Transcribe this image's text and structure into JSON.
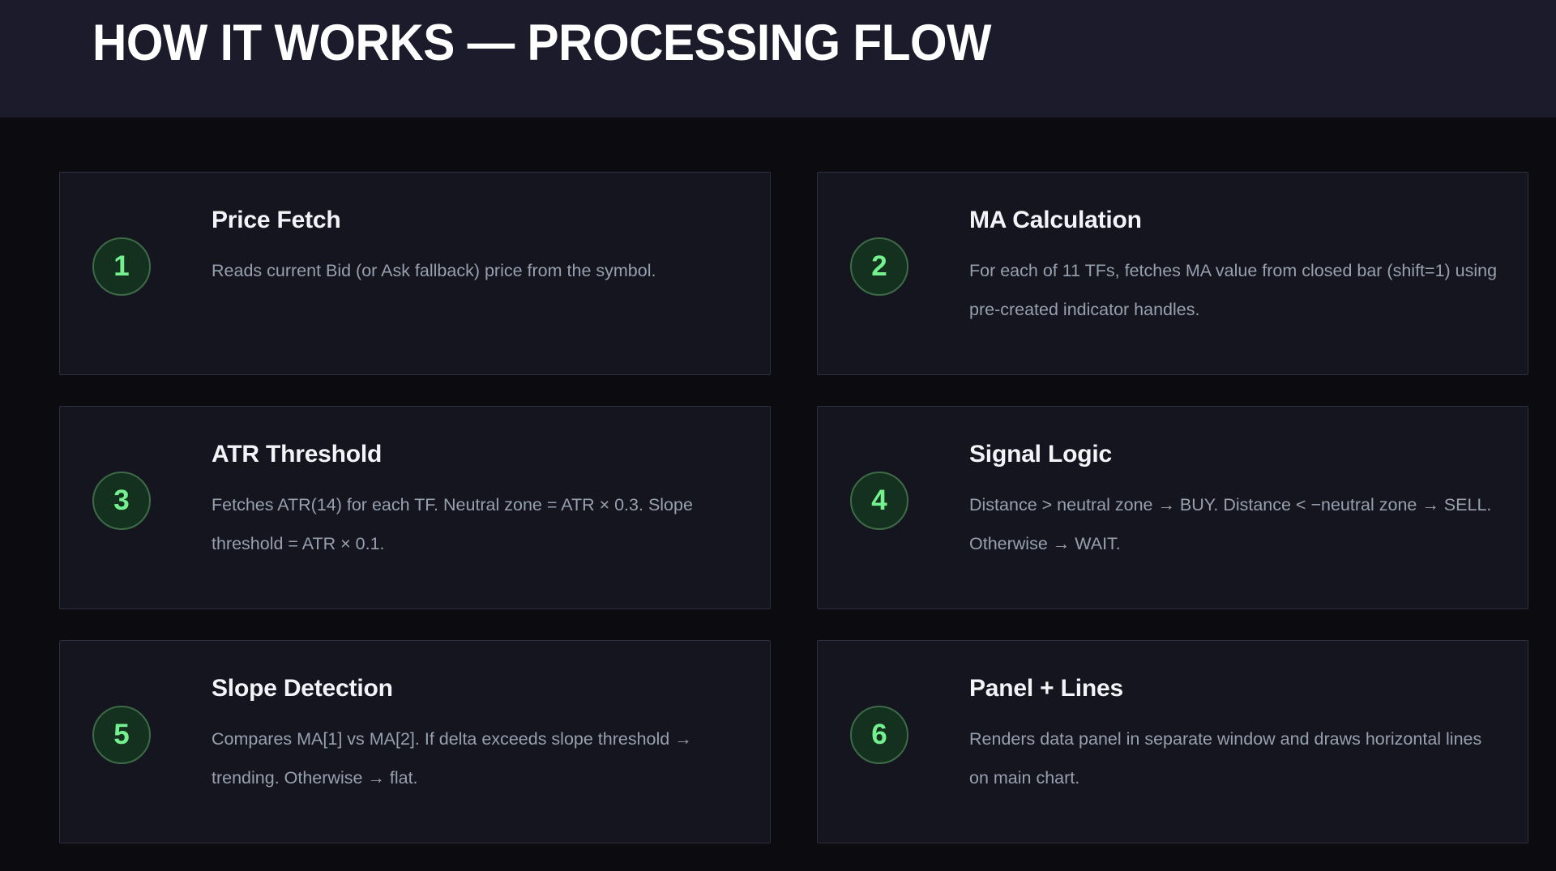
{
  "header": {
    "title": "HOW IT WORKS — PROCESSING FLOW",
    "background_color": "#1b1b2b",
    "title_color": "#ffffff"
  },
  "page": {
    "background_color": "#0b0b10"
  },
  "theme": {
    "card_background": "#15151f",
    "card_border": "#2e2e42",
    "badge_fill": "#14301e",
    "badge_border": "#3d6b47",
    "badge_number_color": "#74f08e",
    "title_color": "#f2f4f8",
    "body_text_color": "#97a0ae"
  },
  "steps": [
    {
      "number": "1",
      "title": "Price Fetch",
      "description": "Reads current Bid (or Ask fallback) price from the symbol."
    },
    {
      "number": "2",
      "title": "MA Calculation",
      "description": "For each of 11 TFs, fetches MA value from closed bar (shift=1) using pre-created indicator handles."
    },
    {
      "number": "3",
      "title": "ATR Threshold",
      "description": "Fetches ATR(14) for each TF. Neutral zone = ATR × 0.3. Slope threshold = ATR × 0.1."
    },
    {
      "number": "4",
      "title": "Signal Logic",
      "description": "Distance > neutral zone → BUY. Distance < −neutral zone → SELL. Otherwise → WAIT."
    },
    {
      "number": "5",
      "title": "Slope Detection",
      "description": "Compares MA[1] vs MA[2]. If delta exceeds slope threshold → trending. Otherwise → flat."
    },
    {
      "number": "6",
      "title": "Panel + Lines",
      "description": "Renders data panel in separate window and draws horizontal lines on main chart."
    }
  ]
}
